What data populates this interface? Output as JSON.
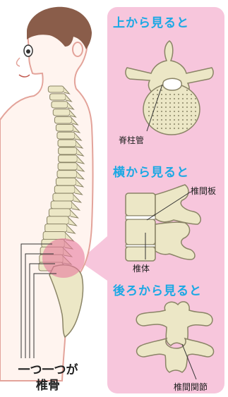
{
  "views": {
    "top": {
      "heading": "上から見ると",
      "label": "脊柱管"
    },
    "side": {
      "heading": "横から見ると",
      "label_disc": "椎間板",
      "label_body": "椎体"
    },
    "back": {
      "heading": "後ろから見ると",
      "label": "椎間関節"
    }
  },
  "caption": {
    "line1": "一つ一つが",
    "line2": "椎骨"
  },
  "colors": {
    "heading": "#1aa8e4",
    "panel": "#f7c6dc",
    "bone": "#ece7c6",
    "bone_outline": "#8a8466",
    "skin": "#fff4ef",
    "skin_outline": "#e3a39a",
    "hair": "#8a5d4a",
    "highlight": "#e8799f"
  }
}
